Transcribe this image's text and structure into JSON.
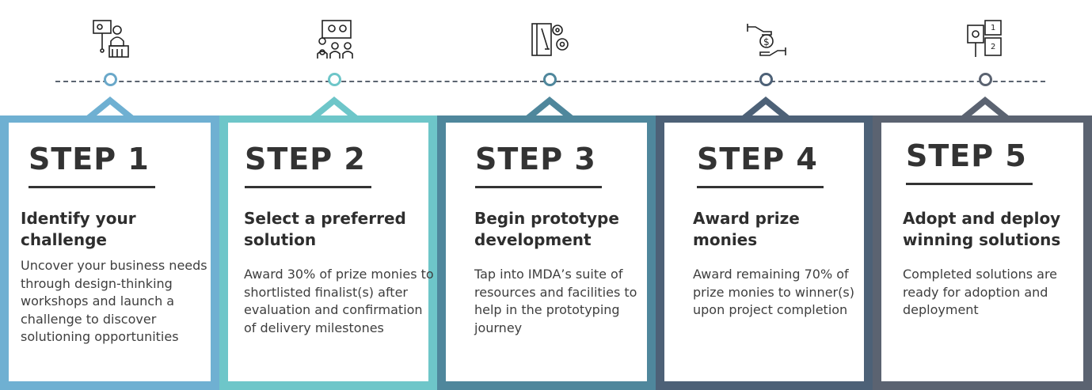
{
  "steps": [
    {
      "label": "STEP 1",
      "heading": "Identify your challenge",
      "description": "Uncover your business needs through design-thinking workshops and launch a challenge to discover solutioning opportunities",
      "color": "#6fb0d2",
      "icon": "presentation-gear-icon"
    },
    {
      "label": "STEP 2",
      "heading": "Select a preferred solution",
      "description": "Award 30% of prize monies to shortlisted finalist(s) after evaluation and confirmation of delivery milestones",
      "color": "#6ec6c9",
      "icon": "team-discussion-icon"
    },
    {
      "label": "STEP 3",
      "heading": "Begin prototype development",
      "description": "Tap into IMDA’s suite of resources and facilities to help in the prototyping journey",
      "color": "#4f879c",
      "icon": "blueprint-gears-icon"
    },
    {
      "label": "STEP 4",
      "heading": "Award prize monies",
      "description": "Award remaining 70% of prize monies to winner(s) upon project completion",
      "color": "#4d6177",
      "icon": "hand-money-icon"
    },
    {
      "label": "STEP 5",
      "heading": "Adopt and deploy winning solutions",
      "description": "Completed solutions are ready for adoption and deployment",
      "color": "#5b6371",
      "icon": "checklist-board-icon"
    }
  ]
}
